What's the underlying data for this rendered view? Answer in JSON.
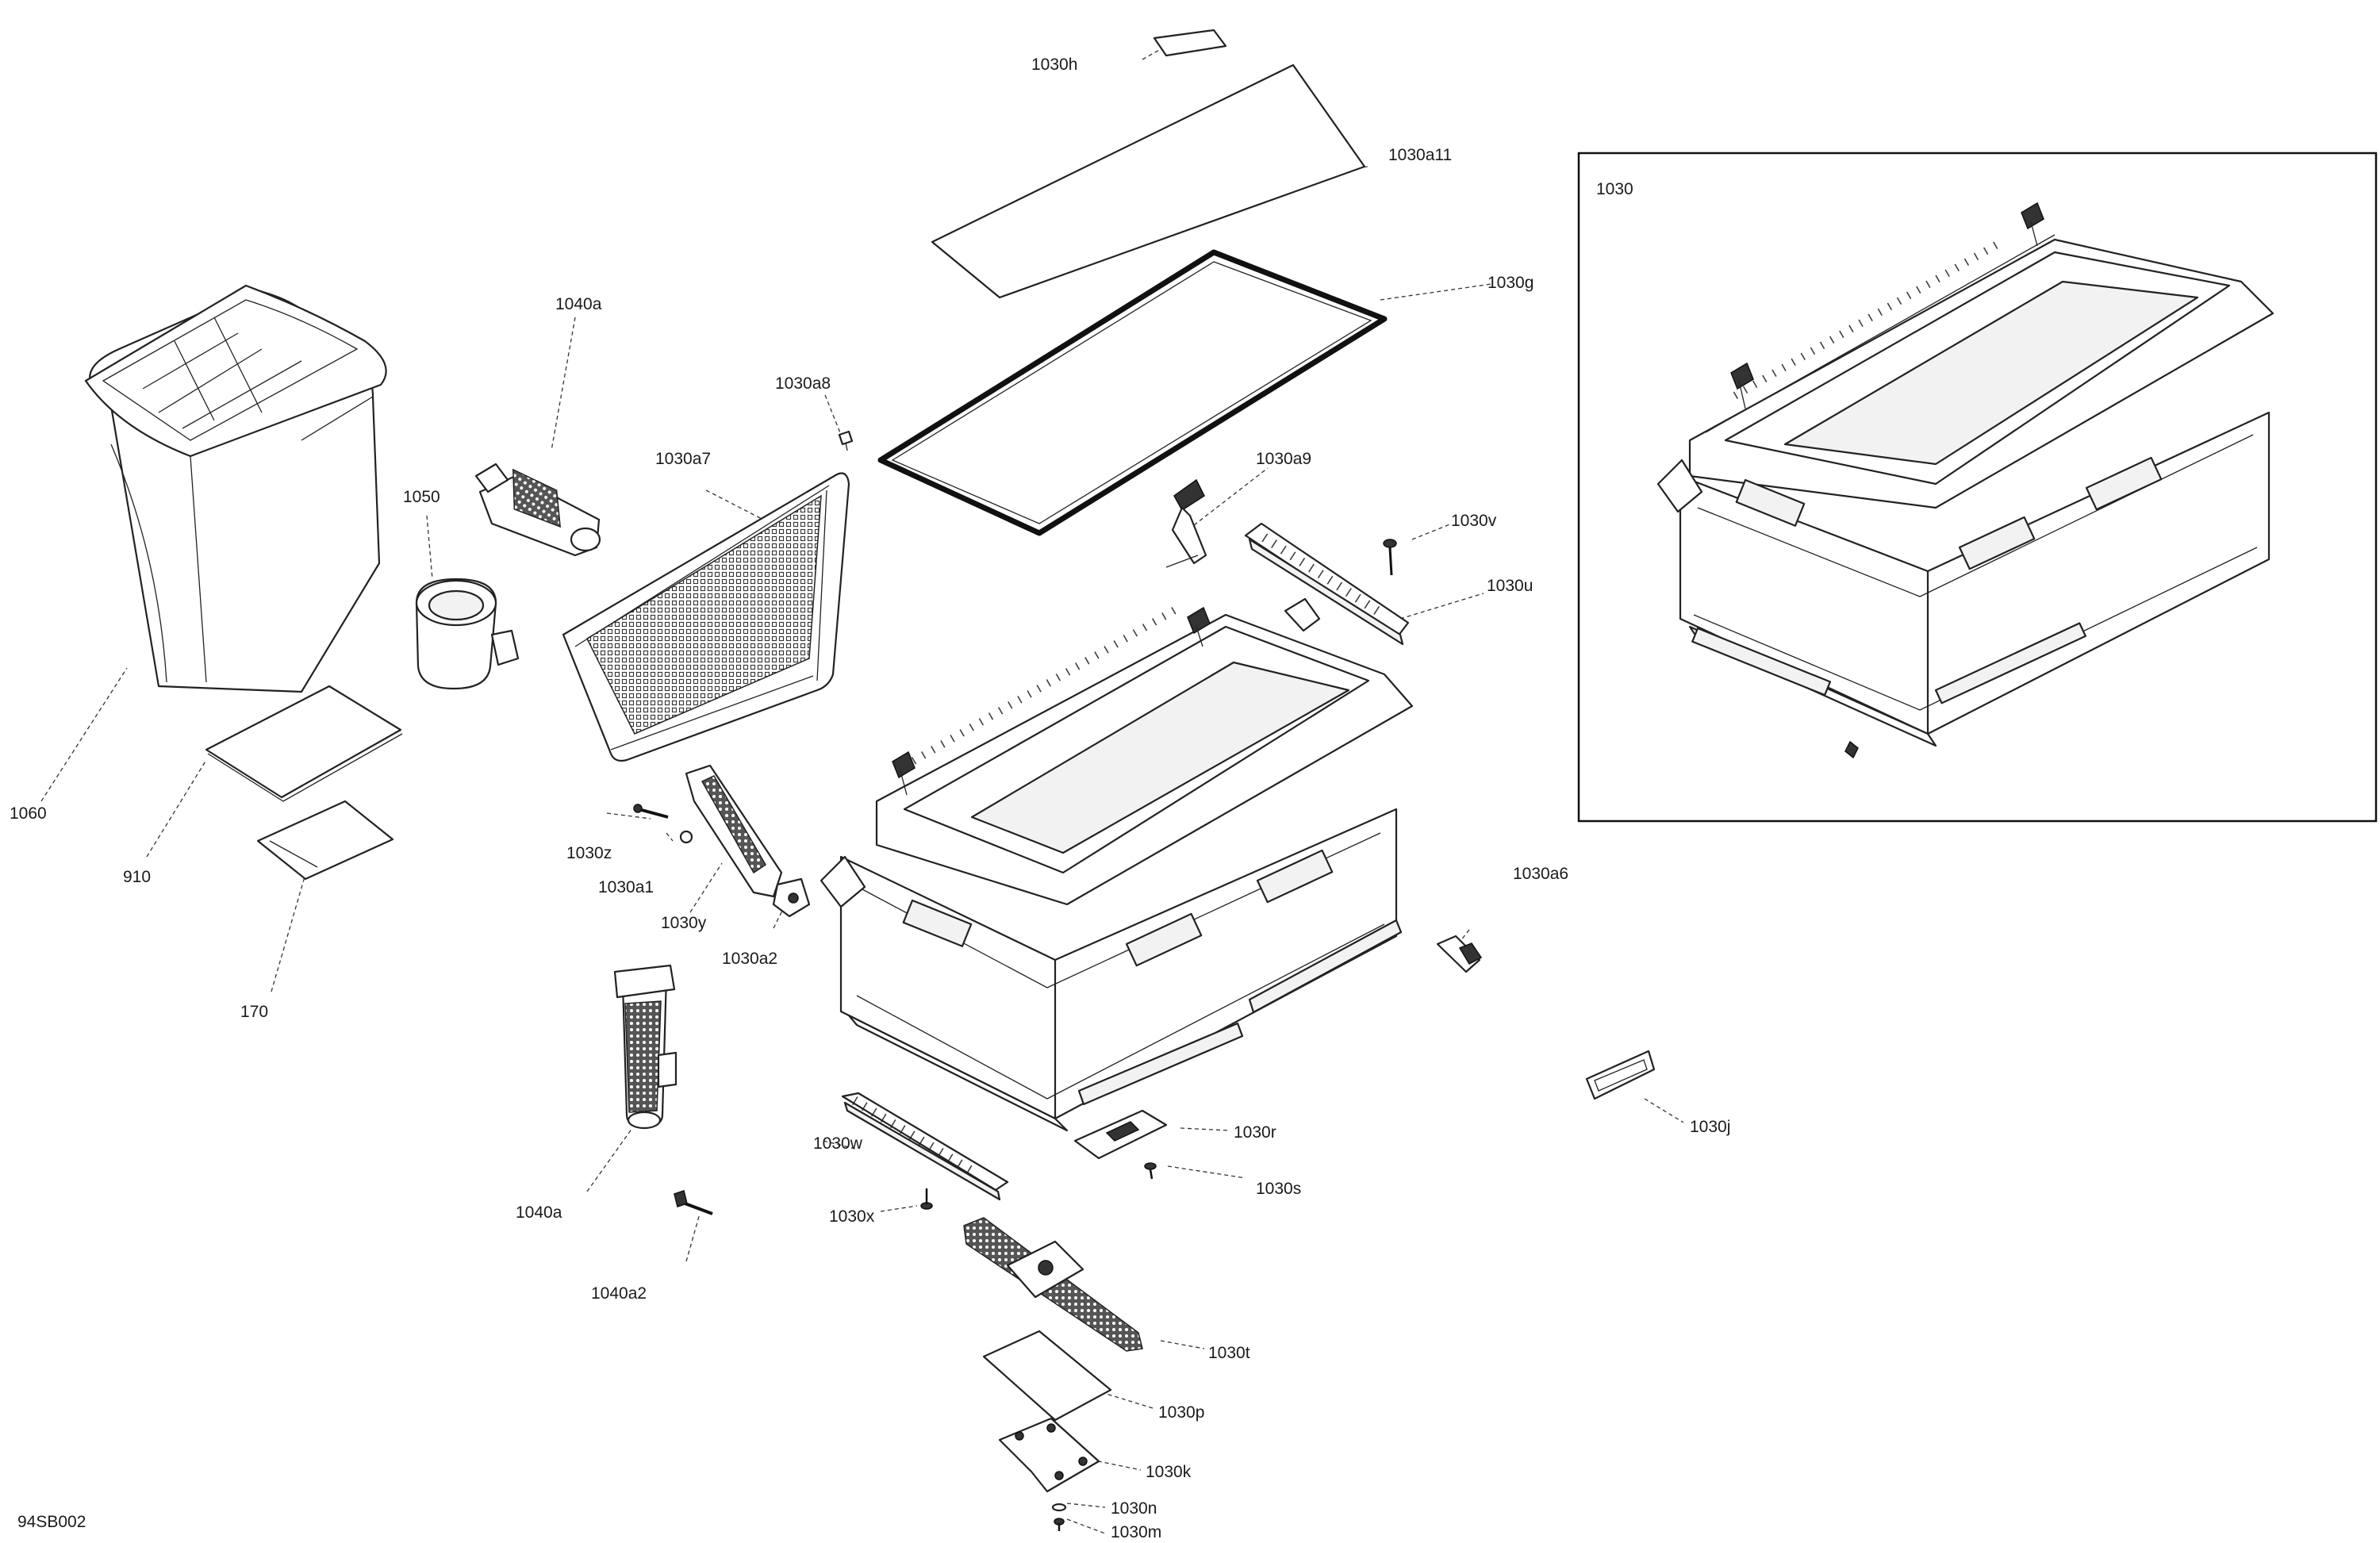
{
  "diagram": {
    "document_code": "94SB002",
    "inset": {
      "label": "1030"
    },
    "callouts": [
      "1030h",
      "1030a11",
      "1030g",
      "1030a8",
      "1040a",
      "1030a7",
      "1030a9",
      "1030v",
      "1050",
      "1030u",
      "1060",
      "910",
      "1030z",
      "1030a1",
      "1030y",
      "1030a2",
      "170",
      "1030a6",
      "1030w",
      "1030r",
      "1030j",
      "1030s",
      "1040a",
      "1030x",
      "1040a2",
      "1030t",
      "1030p",
      "1030k",
      "1030n",
      "1030m"
    ]
  }
}
